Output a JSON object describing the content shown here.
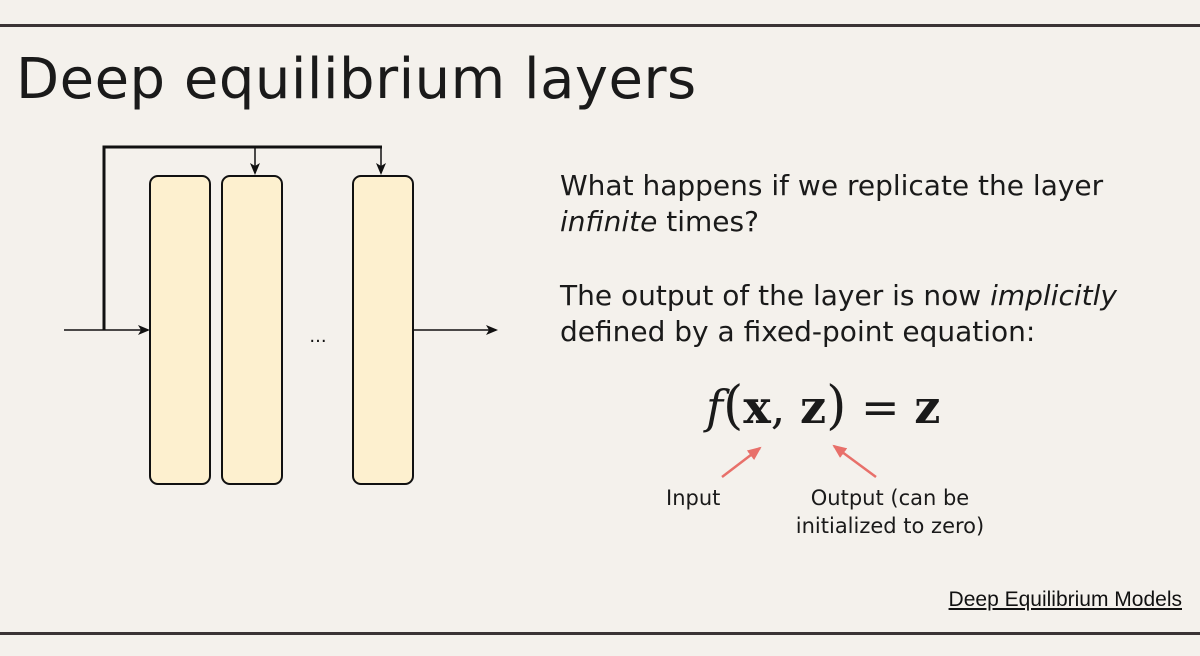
{
  "slide": {
    "title": "Deep equilibrium layers",
    "question_line1": "What happens if we replicate the layer",
    "question_italic": "infinite",
    "question_rest": " times?",
    "statement_line1_start": "The output of the layer is now ",
    "statement_italic": "implicitly",
    "statement_line2": "defined by a fixed-point equation:",
    "ellipsis": "...",
    "equation": {
      "f": "f",
      "open": "(",
      "x": "x",
      "comma": ", ",
      "z1": "z",
      "close": ")",
      "equals": " = ",
      "z2": "z"
    },
    "input_label": "Input",
    "output_label_line1": "Output (can be",
    "output_label_line2": "initialized to zero)",
    "reference_link": "Deep Equilibrium Models"
  },
  "colors": {
    "background": "#f4f1ec",
    "layer_fill": "#fdf0cf",
    "arrow_annotation": "#e8706a",
    "rule": "#3a3335"
  }
}
